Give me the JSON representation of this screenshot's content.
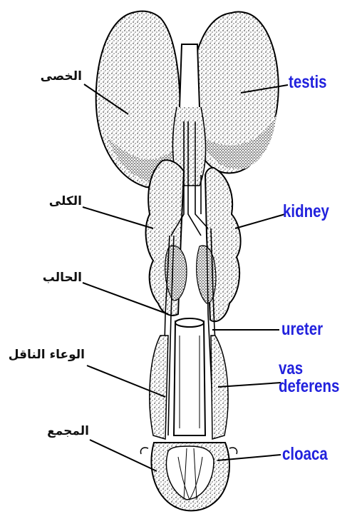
{
  "labels_en": {
    "testis": "testis",
    "kidney": "kidney",
    "ureter": "ureter",
    "vas_line1": "vas",
    "vas_line2": "deferens",
    "cloaca": "cloaca"
  },
  "labels_ar": {
    "testis": "الخصى",
    "kidney": "الكلى",
    "ureter": "الحالب",
    "vas_deferens": "الوعاء الناقل",
    "cloaca": "المجمع"
  },
  "colors": {
    "english_label": "#2222dd",
    "arabic_label": "#111111",
    "line_art": "#000000",
    "background": "#ffffff"
  }
}
